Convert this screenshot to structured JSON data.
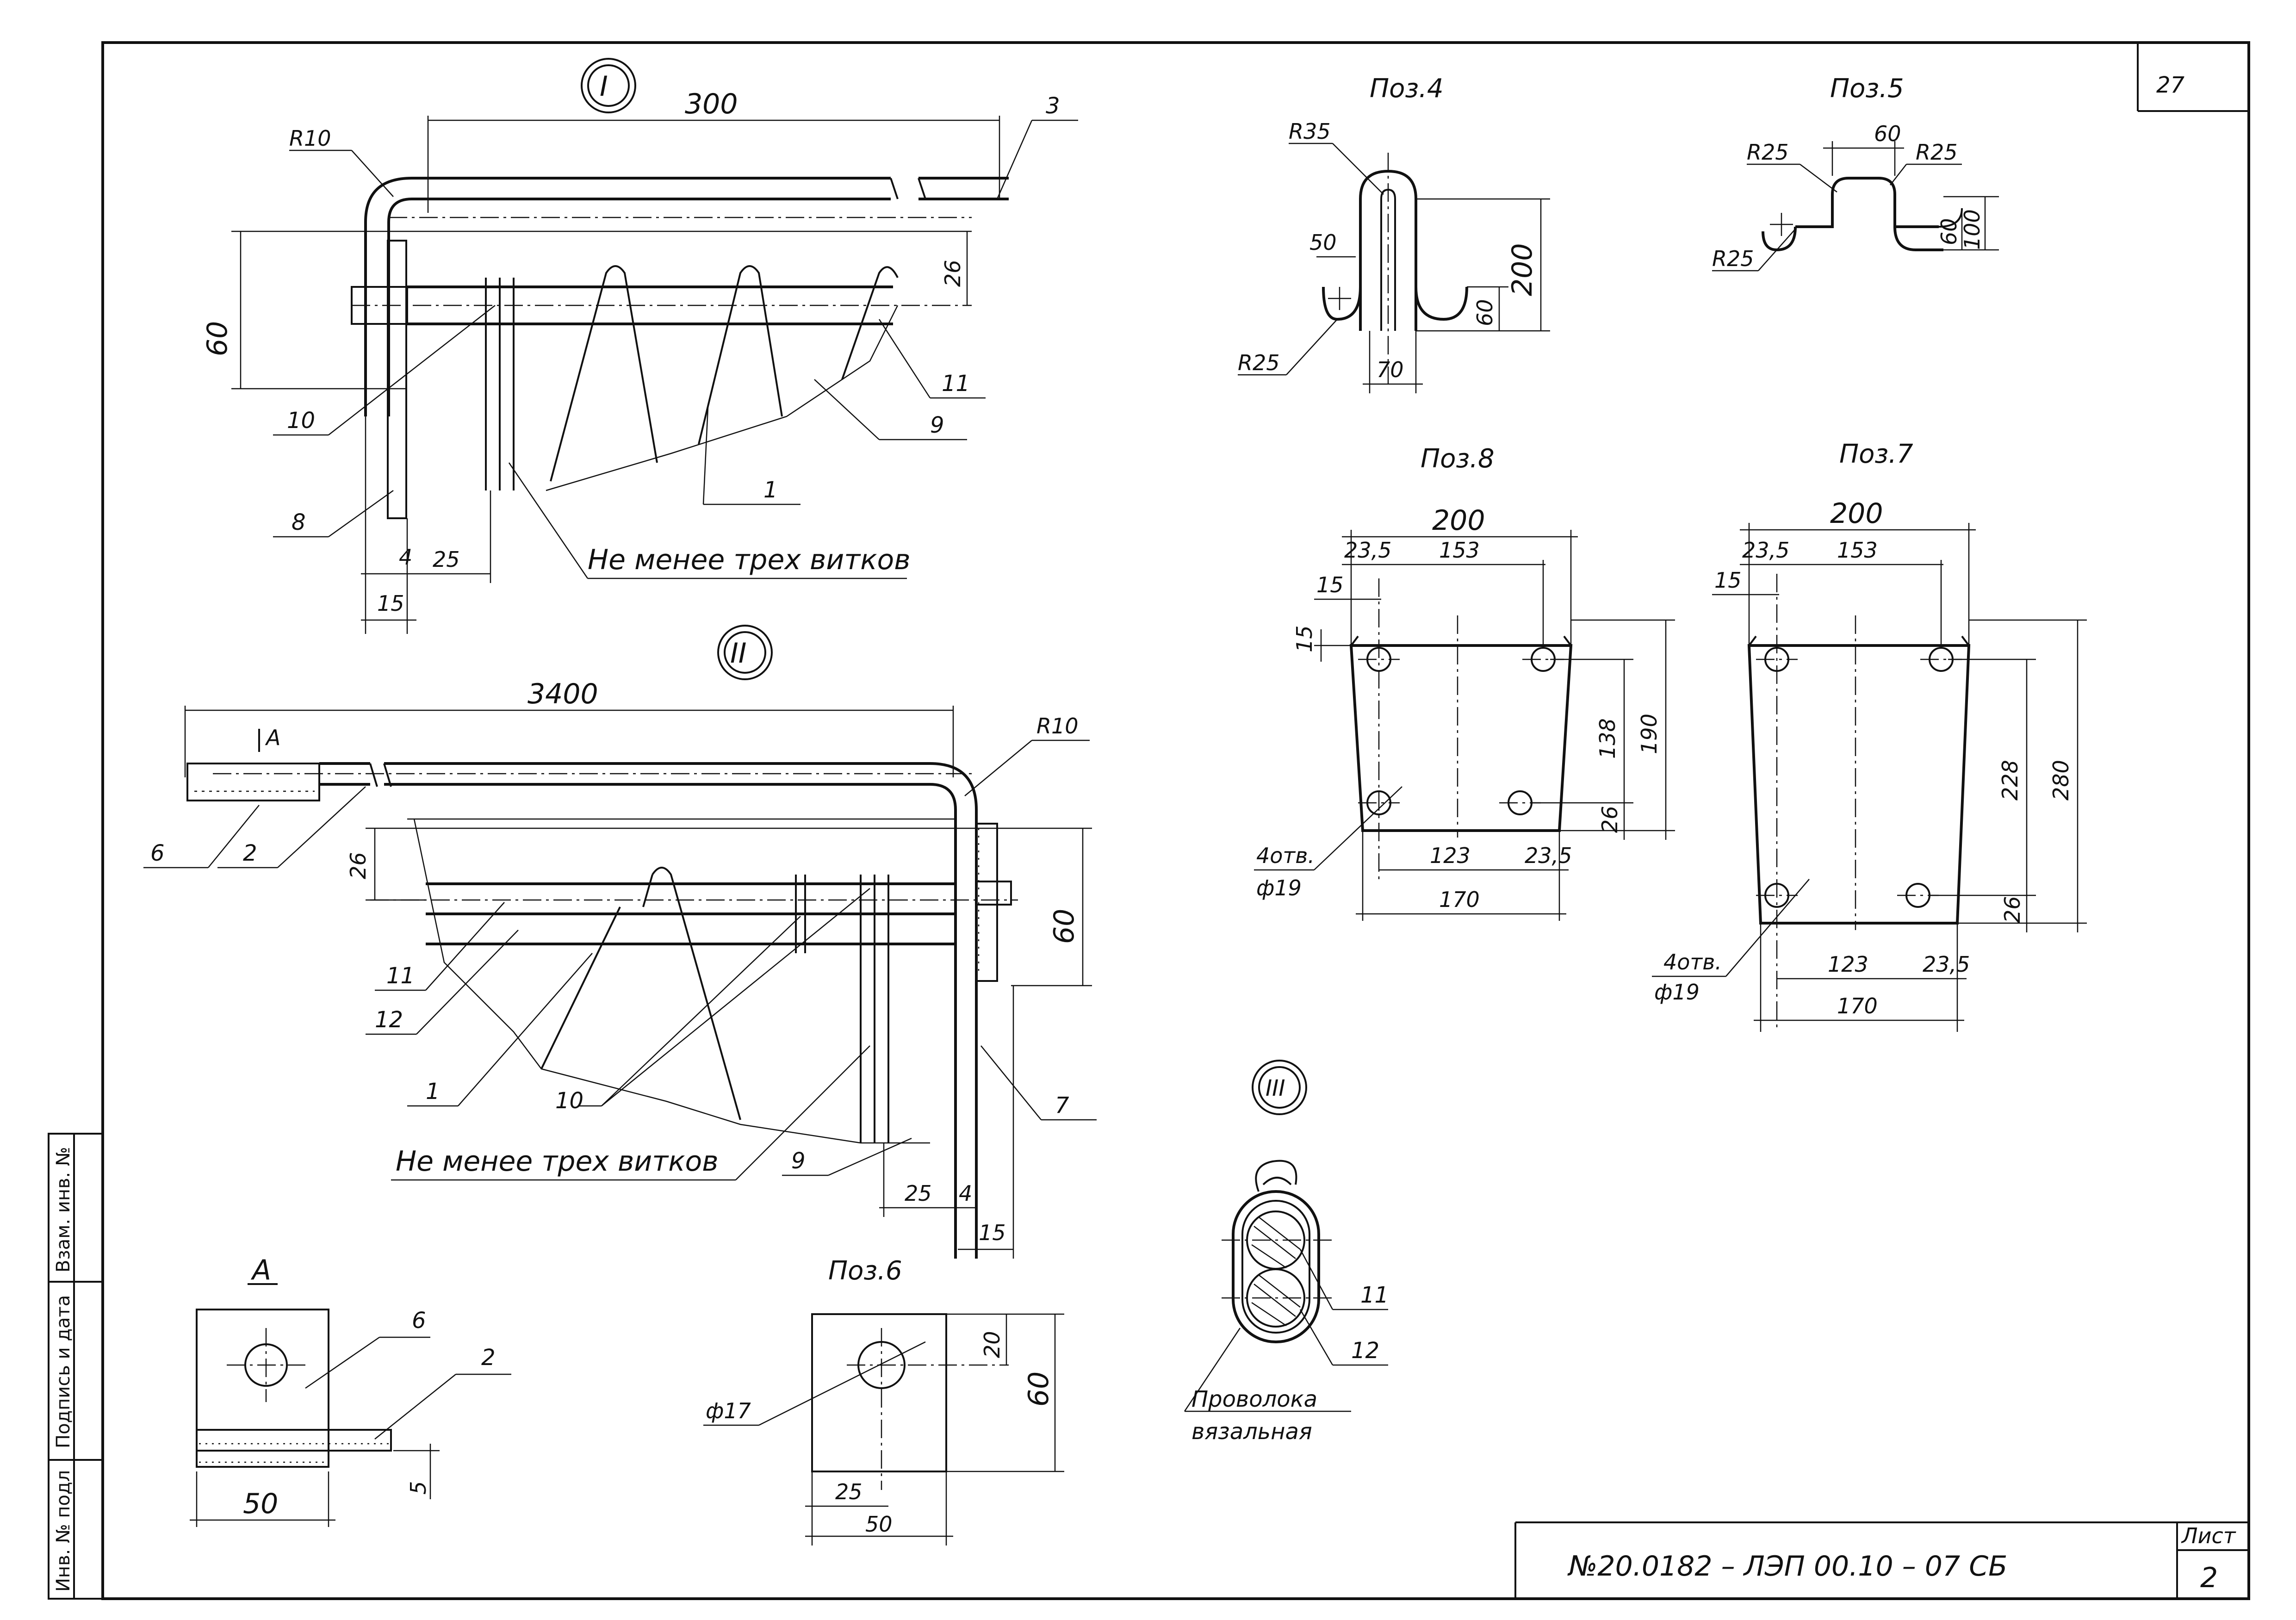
{
  "sheet": {
    "corner_number": "27",
    "doc_number": "№20.0182 – ЛЭП 00.10 – 07 СБ",
    "sheet_label": "Лист",
    "sheet_number": "2"
  },
  "side_stamp": {
    "inv_podl": "Инв. № подл",
    "podpis_data": "Подпись и дата",
    "vzam_inv": "Взам. инв. №"
  },
  "node1": {
    "mark": "I",
    "dims": {
      "len": "300",
      "radius": "R10",
      "h": "60",
      "d26": "26",
      "d4": "4",
      "d25": "25",
      "d15": "15"
    },
    "callouts": {
      "c3": "3",
      "c10": "10",
      "c8": "8",
      "c1": "1",
      "c9": "9",
      "c11": "11"
    },
    "note": "Не менее трех витков"
  },
  "node2": {
    "mark": "II",
    "dims": {
      "len": "3400",
      "radius": "R10",
      "view": "А",
      "d26": "26",
      "h": "60",
      "d25": "25",
      "d4": "4",
      "d15": "15"
    },
    "callouts": {
      "c6": "6",
      "c2": "2",
      "c11": "11",
      "c12": "12",
      "c1": "1",
      "c10": "10",
      "c9": "9",
      "c7": "7"
    },
    "note": "Не менее трех витков"
  },
  "view_a": {
    "title": "А",
    "dims": {
      "w": "50",
      "t": "5"
    },
    "callouts": {
      "c6": "6",
      "c2": "2"
    }
  },
  "pos6": {
    "title": "Поз.6",
    "dims": {
      "hole": "ф17",
      "d20": "20",
      "d60": "60",
      "d25": "25",
      "d50": "50"
    }
  },
  "node3": {
    "mark": "III",
    "callouts": {
      "c11": "11",
      "c12": "12"
    },
    "note_line1": "Проволока",
    "note_line2": "вязальная"
  },
  "pos4": {
    "title": "Поз.4",
    "dims": {
      "r35": "R35",
      "r25": "R25",
      "d50": "50",
      "d200": "200",
      "d60": "60",
      "d70": "70"
    }
  },
  "pos5": {
    "title": "Поз.5",
    "dims": {
      "r25a": "R25",
      "d60": "60",
      "r25b": "R25",
      "r25c": "R25",
      "d60v": "60",
      "d100": "100"
    }
  },
  "pos8": {
    "title": "Поз.8",
    "dims": {
      "d200": "200",
      "d235a": "23,5",
      "d153": "153",
      "d15a": "15",
      "d15b": "15",
      "d138": "138",
      "d190": "190",
      "d26": "26",
      "d123": "123",
      "d235b": "23,5",
      "d170": "170"
    },
    "holes_line1": "4отв.",
    "holes_line2": "ф19"
  },
  "pos7": {
    "title": "Поз.7",
    "dims": {
      "d200": "200",
      "d235a": "23,5",
      "d153": "153",
      "d15": "15",
      "d228": "228",
      "d280": "280",
      "d26": "26",
      "d123": "123",
      "d235b": "23,5",
      "d170": "170"
    },
    "holes_line1": "4отв.",
    "holes_line2": "ф19"
  }
}
